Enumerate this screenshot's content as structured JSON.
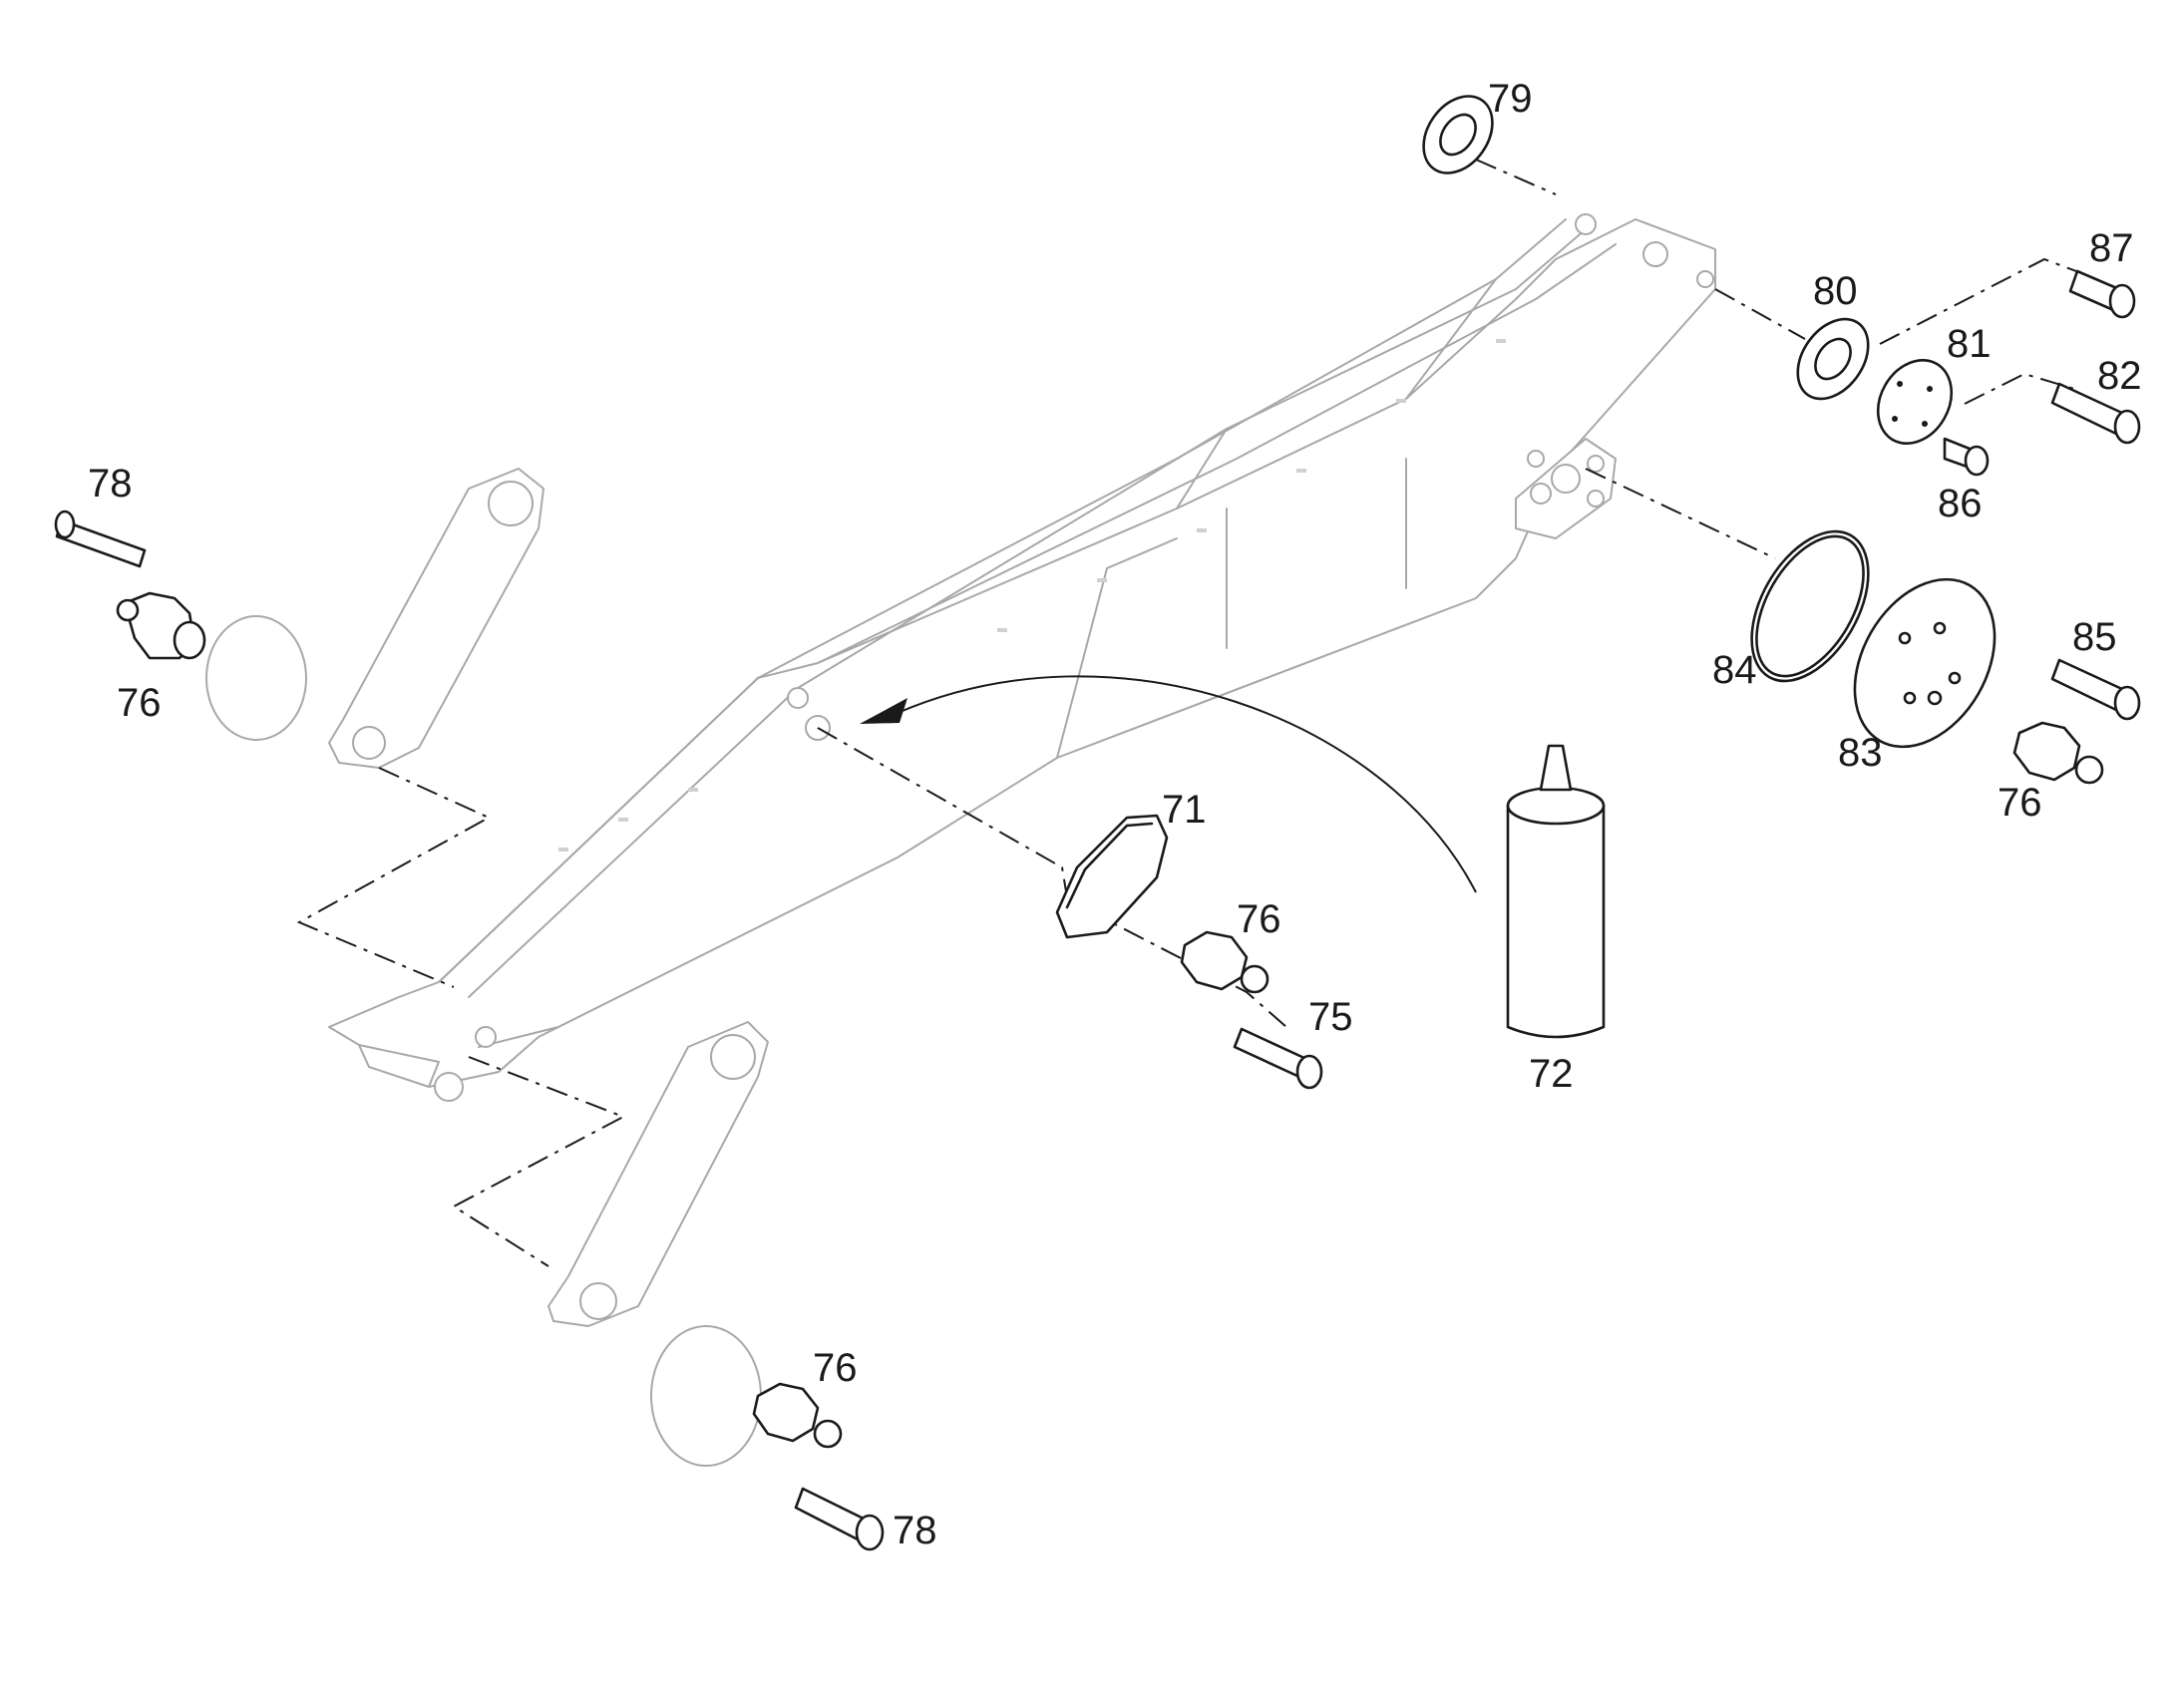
{
  "callouts": {
    "c71": "71",
    "c72": "72",
    "c75": "75",
    "c76a": "76",
    "c76b": "76",
    "c76c": "76",
    "c76d": "76",
    "c78a": "78",
    "c78b": "78",
    "c79": "79",
    "c80": "80",
    "c81": "81",
    "c82": "82",
    "c83": "83",
    "c84": "84",
    "c85": "85",
    "c86": "86",
    "c87": "87"
  },
  "colors": {
    "part_stroke": "#1a1a1a",
    "ghost_stroke": "#a8a8a8",
    "background": "#ffffff"
  }
}
